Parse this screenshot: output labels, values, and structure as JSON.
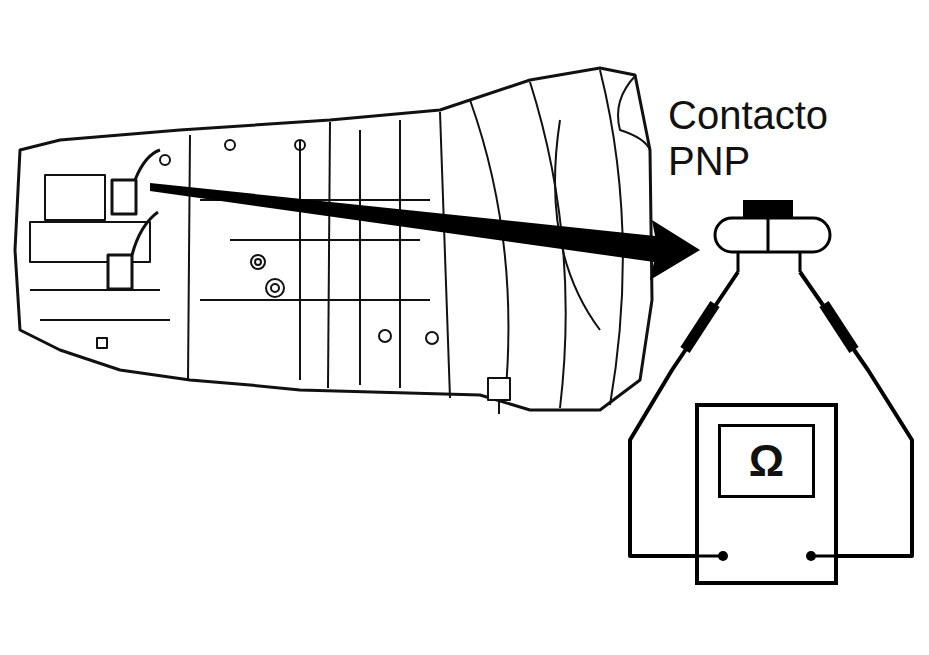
{
  "diagram": {
    "nodes": [
      {
        "text": [
          "Contacto PNP"
        ]
      },
      {
        "text": [
          "Ω"
        ]
      }
    ],
    "edges": [
      {
        "from": 0,
        "to": 1,
        "arrow": "none"
      },
      {
        "from": 0,
        "to": 1,
        "arrow": "none"
      }
    ]
  }
}
